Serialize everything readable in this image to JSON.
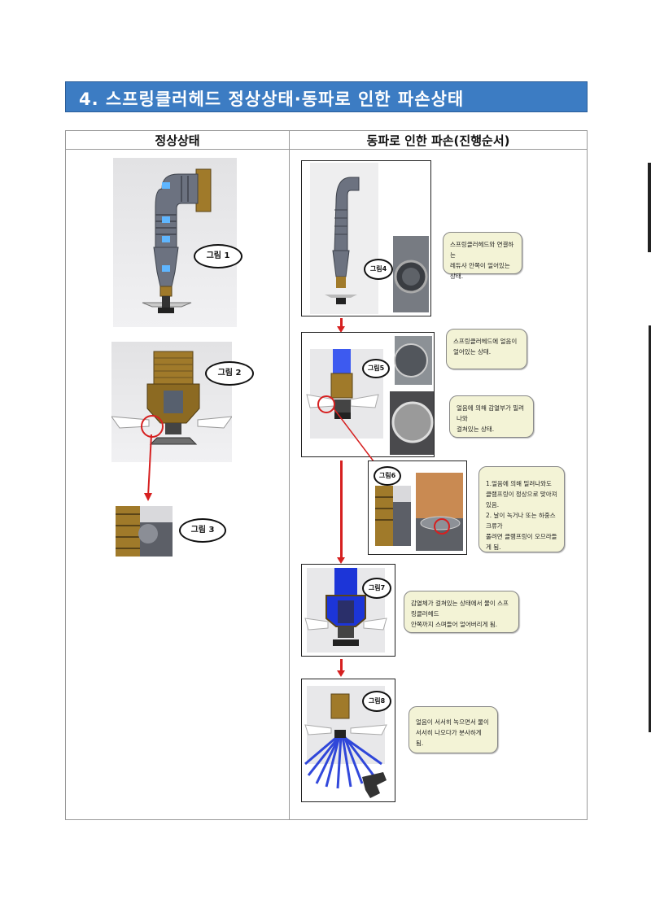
{
  "section": {
    "title": "4. 스프링클러헤드 정상상태·동파로 인한 파손상태"
  },
  "table": {
    "col_left": "정상상태",
    "col_right": "동파로 인한 파손(진행순서)"
  },
  "figures": {
    "fig1": "그림 1",
    "fig2": "그림 2",
    "fig3": "그림 3",
    "fig4": "그림4",
    "fig5": "그림5",
    "fig6": "그림6",
    "fig7": "그림7",
    "fig8": "그림8"
  },
  "callouts": {
    "c4_l1": "스프링클러헤드와 연결하는",
    "c4_l2": "레듀샤 안쪽이 얼어있는 상태.",
    "c5a_l1": "스프링클러헤드에 얼음이",
    "c5a_l2": "얼어있는 상태.",
    "c5b_l1": "얼음에 의해 감열부가 밀려나와",
    "c5b_l2": "걸쳐있는 상태.",
    "c6_l1": "1.얼음에 의해 밀려나와도",
    "c6_l2": "클램프링이 정상으로 맞아져있음.",
    "c6_l3": "2. 날이 녹거나 또는 하중스크류가",
    "c6_l4": "풀려면 클램프링이 오므라들게 됨.",
    "c7_l1": "감열체가 걸쳐있는 상태에서 물이 스프링클러헤드",
    "c7_l2": "안쪽까지 스며들어 얼어버리게 됨.",
    "c8_l1": "얼음이 서서히 녹으면서 물이",
    "c8_l2": "서서히 나오다가 분사하게 됨."
  },
  "colors": {
    "banner": "#3c7cc3",
    "arrow": "#d62020",
    "callout_fill": "#f3f3d6",
    "brass": "#a07a2a",
    "pipe": "#6c7280",
    "water": "#1c35d8"
  }
}
